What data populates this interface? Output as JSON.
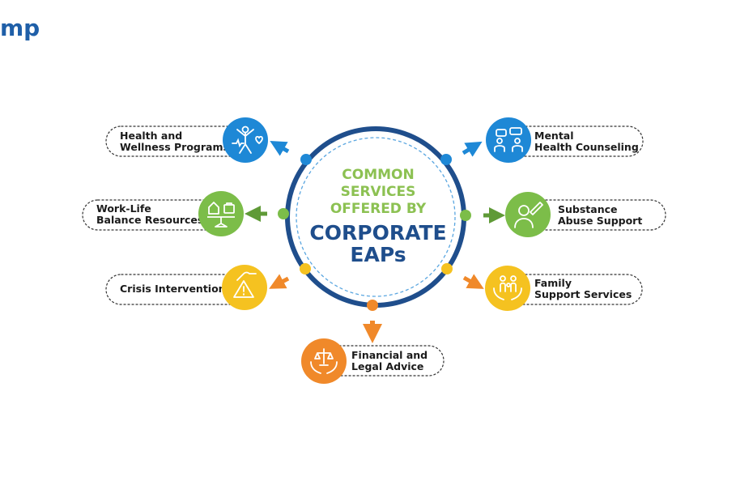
{
  "logo": {
    "text": "mp"
  },
  "center": {
    "line1": "COMMON",
    "line2": "SERVICES",
    "line3": "OFFERED BY",
    "line4": "CORPORATE",
    "line5": "EAPs"
  },
  "services": {
    "health": {
      "line1": "Health and",
      "line2": "Wellness Programs",
      "icon": "fitness-person-icon",
      "color": "#1e88d6"
    },
    "worklife": {
      "line1": "Work-Life",
      "line2": "Balance Resources",
      "icon": "balance-scale-icon",
      "color": "#7cbd49"
    },
    "crisis": {
      "line1": "Crisis Intervention",
      "icon": "warning-hand-icon",
      "color": "#f5c220"
    },
    "financial": {
      "line1": "Financial and",
      "line2": "Legal Advice",
      "icon": "justice-hands-icon",
      "color": "#f0892a"
    },
    "mental": {
      "line1": "Mental",
      "line2": "Health Counseling",
      "icon": "counseling-people-icon",
      "color": "#1e88d6"
    },
    "substance": {
      "line1": "Substance",
      "line2": "Abuse Support",
      "icon": "person-pen-icon",
      "color": "#7cbd49"
    },
    "family": {
      "line1": "Family",
      "line2": "Support Services",
      "icon": "family-hands-icon",
      "color": "#f5c220"
    }
  },
  "colors": {
    "ring": "#1f4e8c",
    "dashed": "#5aa6e0",
    "blue": "#1e88d6",
    "green": "#7cbd49",
    "yellow": "#f5c220",
    "orange": "#f0892a"
  }
}
